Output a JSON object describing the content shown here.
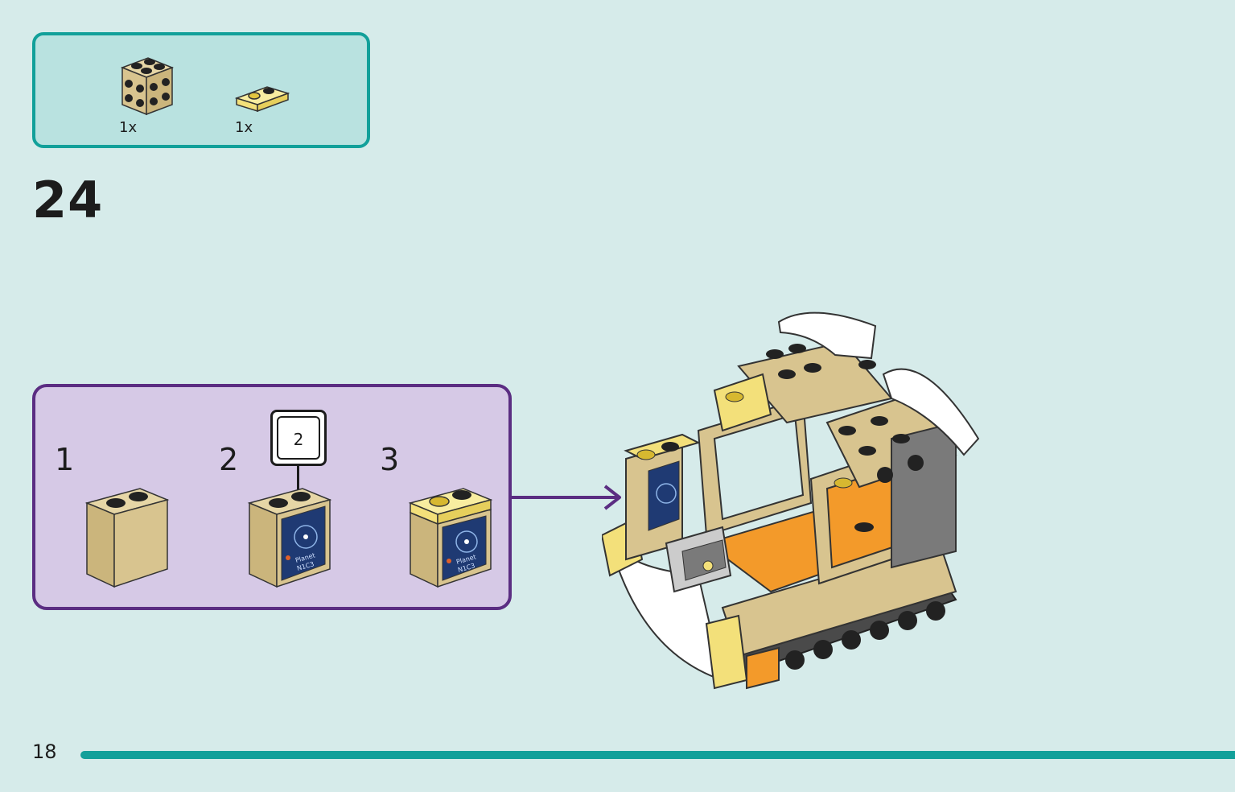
{
  "parts_list": {
    "items": [
      {
        "name": "tan 2x2 brick with side studs",
        "quantity": "1x",
        "color": "#d8c48f"
      },
      {
        "name": "transparent yellow 1x2 plate",
        "quantity": "1x",
        "color": "#f3e07a"
      }
    ]
  },
  "step": {
    "number": "24"
  },
  "sub_assembly": {
    "steps": [
      {
        "label": "1"
      },
      {
        "label": "2"
      },
      {
        "label": "3"
      }
    ],
    "sticker_callout": {
      "number": "2",
      "text": [
        "Planet",
        "N1C3"
      ]
    }
  },
  "page": {
    "number": "18"
  },
  "colors": {
    "background": "#d6ebea",
    "parts_frame": "#12a09a",
    "subassembly_frame": "#5b2d82",
    "tan": "#d8c48f",
    "trans_yellow": "#f3e07a",
    "orange": "#f39a2a",
    "sticker_blue": "#1f3a73"
  }
}
